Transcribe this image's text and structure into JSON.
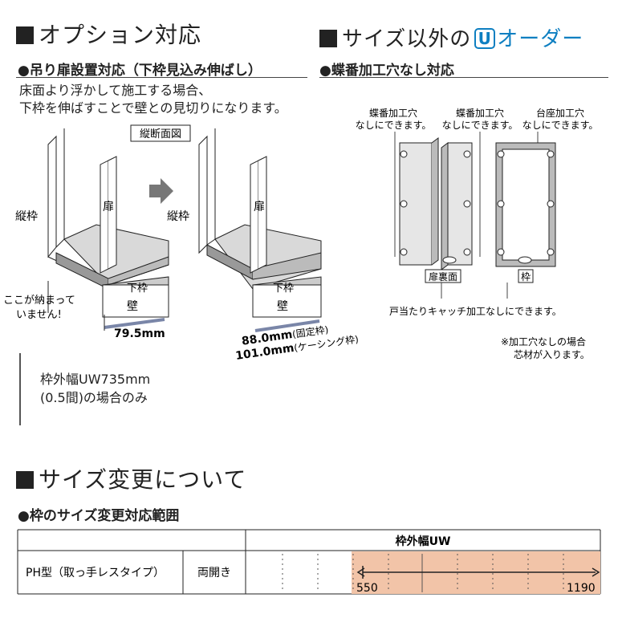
{
  "left_section": {
    "title": "オプション対応",
    "subtitle": "●吊り扉設置対応（下枠見込み伸ばし）",
    "description_line1": "床面より浮かして施工する場合、",
    "description_line2": "下枠を伸ばすことで壁との見切りになります。",
    "section_view_label": "縦断面図",
    "vertical_frame_label": "縦枠",
    "door_label": "扉",
    "bottom_frame_label": "下枠",
    "wall_label": "壁",
    "gap_note_line1": "ここが納まって",
    "gap_note_line2": "いません!",
    "dim_before": "79.5mm",
    "dim_after_fixed_value": "88.0mm",
    "dim_after_fixed_note": "(固定枠)",
    "dim_after_casing_value": "101.0mm",
    "dim_after_casing_note": "(ケーシング枠)",
    "condition_line1": "枠外幅UW735mm",
    "condition_line2": "(0.5間)の場合のみ"
  },
  "right_section": {
    "title_prefix": "サイズ以外の",
    "u_badge": "U",
    "title_suffix": "オーダー",
    "subtitle": "●蝶番加工穴なし対応",
    "note1_line1": "蝶番加工穴",
    "note1_line2": "なしにできます。",
    "note2_line1": "蝶番加工穴",
    "note2_line2": "なしにできます。",
    "note3_line1": "台座加工穴",
    "note3_line2": "なしにできます。",
    "door_back_label": "扉裏面",
    "frame_label": "枠",
    "catch_note": "戸当たりキャッチ加工なしにできます。",
    "core_note_line1": "※加工穴なしの場合",
    "core_note_line2": "芯材が入ります。"
  },
  "size_section": {
    "title": "サイズ変更について",
    "subtitle": "●枠のサイズ変更対応範囲",
    "table": {
      "header": "枠外幅UW",
      "row_type": "PH型（取っ手レスタイプ）",
      "row_opening": "両開き",
      "range_min": "550",
      "range_max": "1190",
      "range_color": "#f2c4a8"
    }
  }
}
